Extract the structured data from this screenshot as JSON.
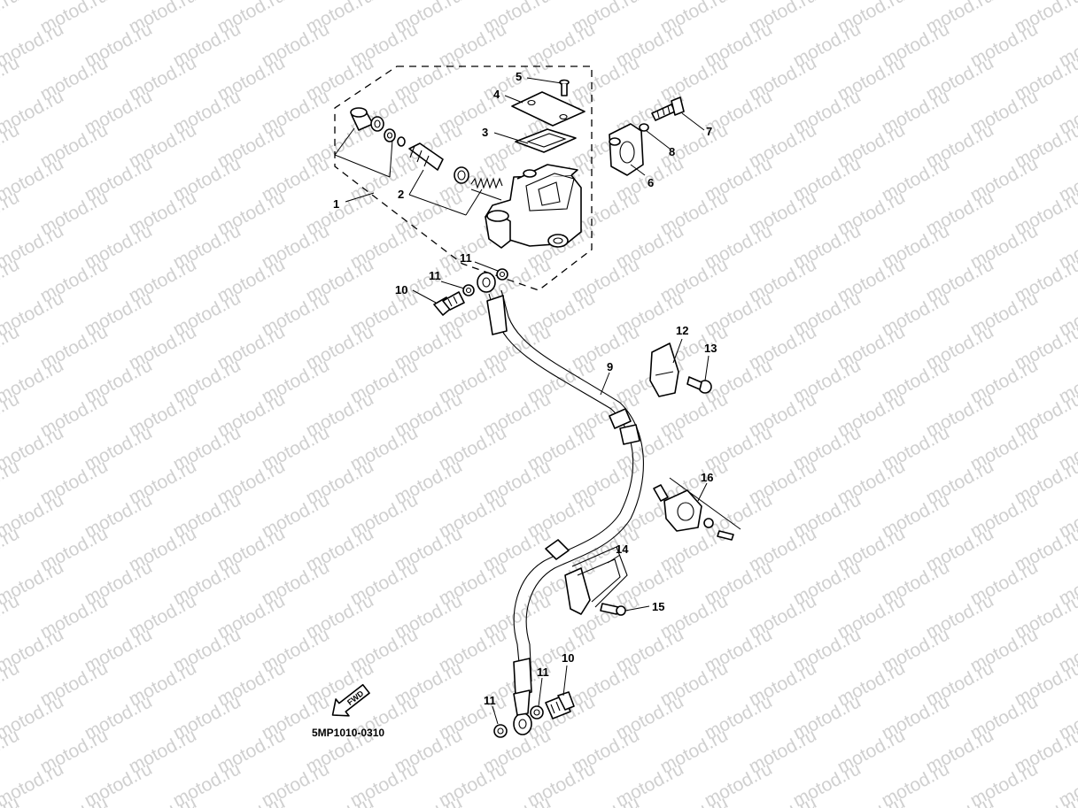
{
  "watermark": "motod.ru",
  "diagram_code": "5MP1010-0310",
  "direction_label": "FWD",
  "callouts": [
    "1",
    "2",
    "3",
    "4",
    "5",
    "6",
    "7",
    "8",
    "9",
    "10",
    "11",
    "11",
    "11",
    "10",
    "11",
    "12",
    "13",
    "14",
    "15",
    "16"
  ]
}
